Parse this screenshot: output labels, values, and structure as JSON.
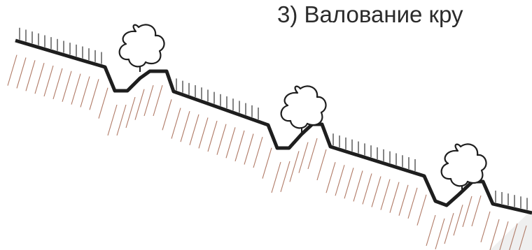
{
  "caption": "3) Валование кру",
  "colors": {
    "background": "#ffffff",
    "ground_line": "#1e1e1e",
    "hatching": "#b07a66",
    "grass": "#1e1e1e",
    "tree": "#1e1e1e",
    "text": "#2b2b2b",
    "corner_shade": "#efefef"
  },
  "elements": [
    {
      "kind": "slope-terrain",
      "icon": "hillside-profile"
    },
    {
      "kind": "tree",
      "icon": "tree-icon",
      "count": 3
    },
    {
      "kind": "ditch-and-bank",
      "count": 3
    },
    {
      "kind": "grass-tufts"
    },
    {
      "kind": "soil-hatching"
    }
  ]
}
